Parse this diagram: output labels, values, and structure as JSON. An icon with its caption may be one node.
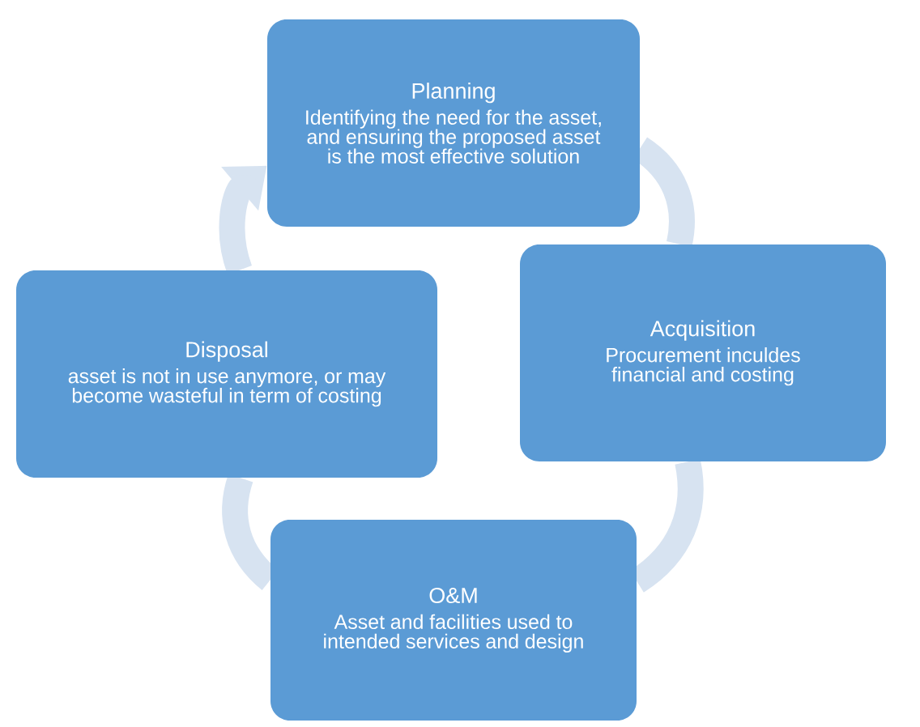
{
  "diagram": {
    "nodes": [
      {
        "text": [
          "Planning",
          "Identifying the need for the asset, and ensuring the proposed asset is the most effective solution"
        ]
      },
      {
        "text": [
          "Acquisition",
          "Procurement inculdes financial and costing"
        ]
      },
      {
        "text": [
          "O&M",
          "Asset and facilities used to intended services and design"
        ]
      },
      {
        "text": [
          "Disposal",
          "asset is not in use anymore, or may become wasteful in term of costing"
        ]
      }
    ],
    "edges": [
      {
        "from": 0,
        "to": 1,
        "arrow": "none"
      },
      {
        "from": 1,
        "to": 2,
        "arrow": "none"
      },
      {
        "from": 2,
        "to": 3,
        "arrow": "none"
      },
      {
        "from": 3,
        "to": 0,
        "arrow": "to"
      }
    ]
  }
}
